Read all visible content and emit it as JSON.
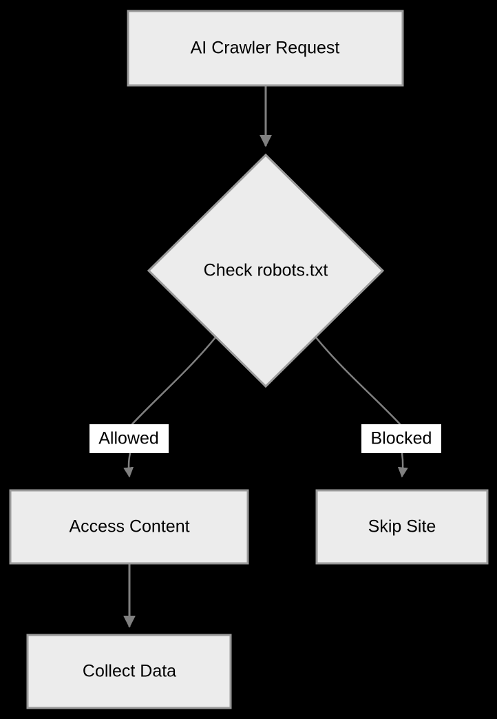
{
  "diagram": {
    "type": "flowchart",
    "title": "AI Crawler robots.txt decision flow",
    "background_color": "#000000",
    "node_fill": "#ececec",
    "node_stroke": "#9a9a9a",
    "edge_color": "#808080",
    "label_fill": "#ffffff",
    "text_color": "#000000",
    "nodes": [
      {
        "id": "request",
        "label": "AI Crawler Request",
        "shape": "rectangle"
      },
      {
        "id": "check",
        "label": "Check robots.txt",
        "shape": "diamond"
      },
      {
        "id": "access",
        "label": "Access Content",
        "shape": "rectangle"
      },
      {
        "id": "skip",
        "label": "Skip Site",
        "shape": "rectangle"
      },
      {
        "id": "collect",
        "label": "Collect Data",
        "shape": "rectangle"
      }
    ],
    "edges": [
      {
        "from": "request",
        "to": "check",
        "label": ""
      },
      {
        "from": "check",
        "to": "access",
        "label": "Allowed"
      },
      {
        "from": "check",
        "to": "skip",
        "label": "Blocked"
      },
      {
        "from": "access",
        "to": "collect",
        "label": ""
      }
    ]
  }
}
